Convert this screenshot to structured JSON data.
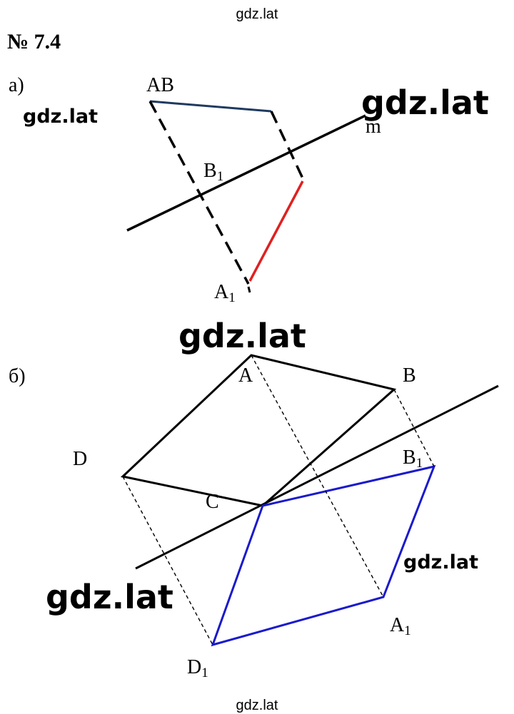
{
  "header_watermark": "gdz.lat",
  "footer_watermark": "gdz.lat",
  "problem_number": "№ 7.4",
  "part_a": {
    "label": "а)",
    "labels": {
      "ab": "AB",
      "b1_letter": "B",
      "b1_sub": "1",
      "a1_letter": "A",
      "a1_sub": "1",
      "m": "m"
    },
    "watermarks": [
      "gdz.lat",
      "gdz.lat"
    ],
    "colors": {
      "segment_top": "#1f3a5f",
      "segment_image": "#e02020"
    }
  },
  "part_b": {
    "label": "б)",
    "labels": {
      "a": "A",
      "b": "B",
      "c": "C",
      "d": "D",
      "b1_letter": "B",
      "b1_sub": "1",
      "a1_letter": "A",
      "a1_sub": "1",
      "d1_letter": "D",
      "d1_sub": "1"
    },
    "watermarks": [
      "gdz.lat",
      "gdz.lat",
      "gdz.lat"
    ],
    "colors": {
      "original": "#000000",
      "image": "#1a1acc"
    }
  }
}
